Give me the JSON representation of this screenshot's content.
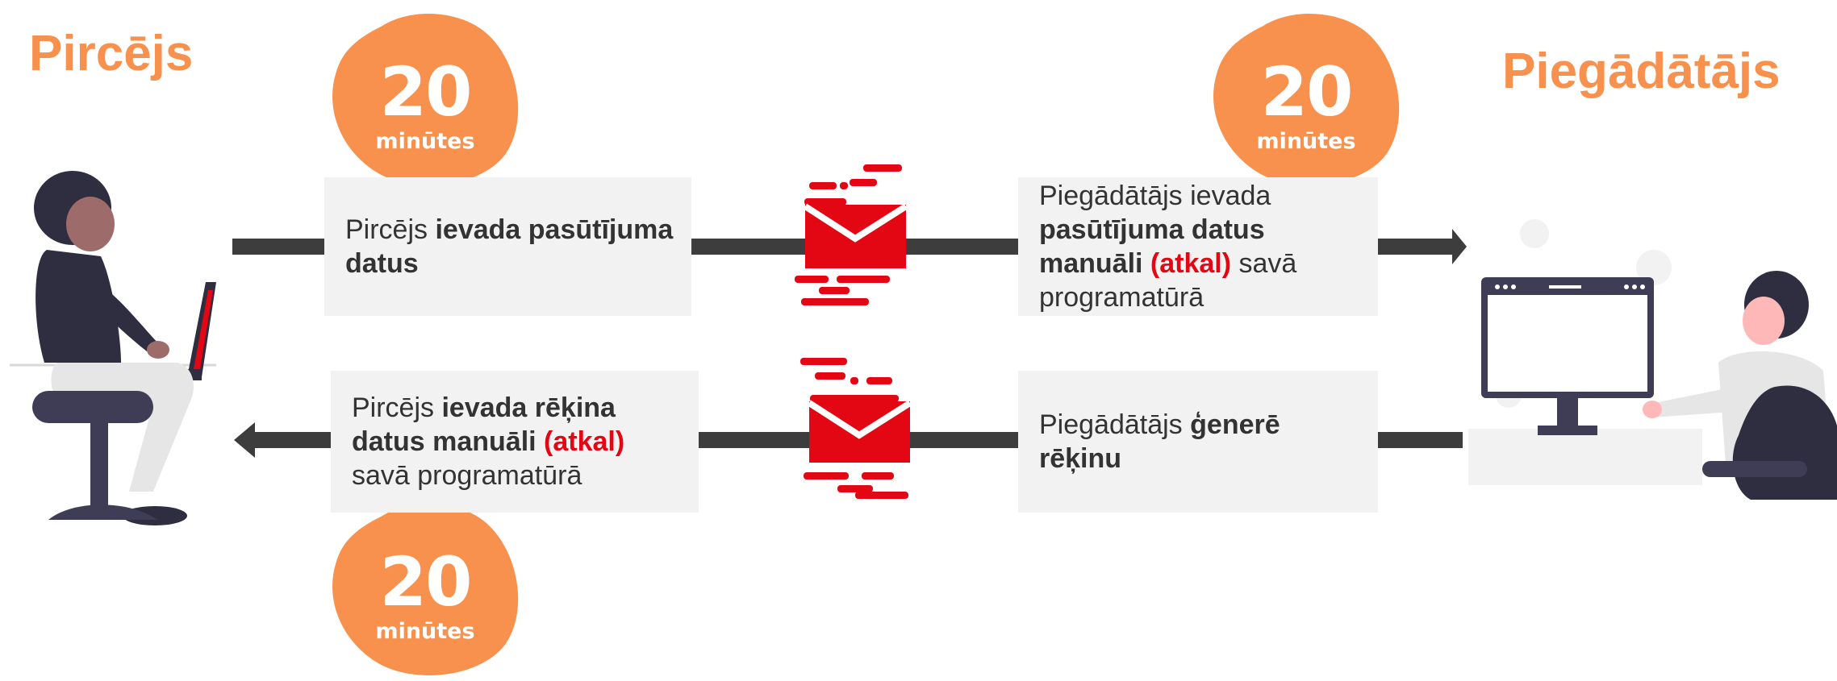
{
  "titles": {
    "left": "Pircējs",
    "right": "Piegādātājs"
  },
  "badges": [
    {
      "value": "20",
      "unit": "minūtes"
    },
    {
      "value": "20",
      "unit": "minūtes"
    },
    {
      "value": "20",
      "unit": "minūtes"
    }
  ],
  "boxes": {
    "top_left": {
      "t1": "Pircējs ",
      "t2": "ievada pasūtījuma datus"
    },
    "top_right": {
      "t1": "Piegādātājs ievada ",
      "t2": "pasūtījuma datus manuāli",
      "t3": " (atkal)",
      "t4": " savā programatūrā"
    },
    "bottom_left": {
      "t1": "Pircējs ",
      "t2": "ievada rēķina datus manuāli",
      "t3": " (atkal)",
      "t4": " savā programatūrā"
    },
    "bottom_right": {
      "t1": "Piegādātājs ",
      "t2": "ģenerē rēķinu"
    }
  },
  "colors": {
    "orange": "#f7914d",
    "red": "#e30613",
    "arrow": "#3d3d3d",
    "box": "#f2f2f2"
  },
  "icons": [
    "person-laptop-illustration",
    "person-computer-illustration",
    "envelope-icon",
    "envelope-icon"
  ]
}
